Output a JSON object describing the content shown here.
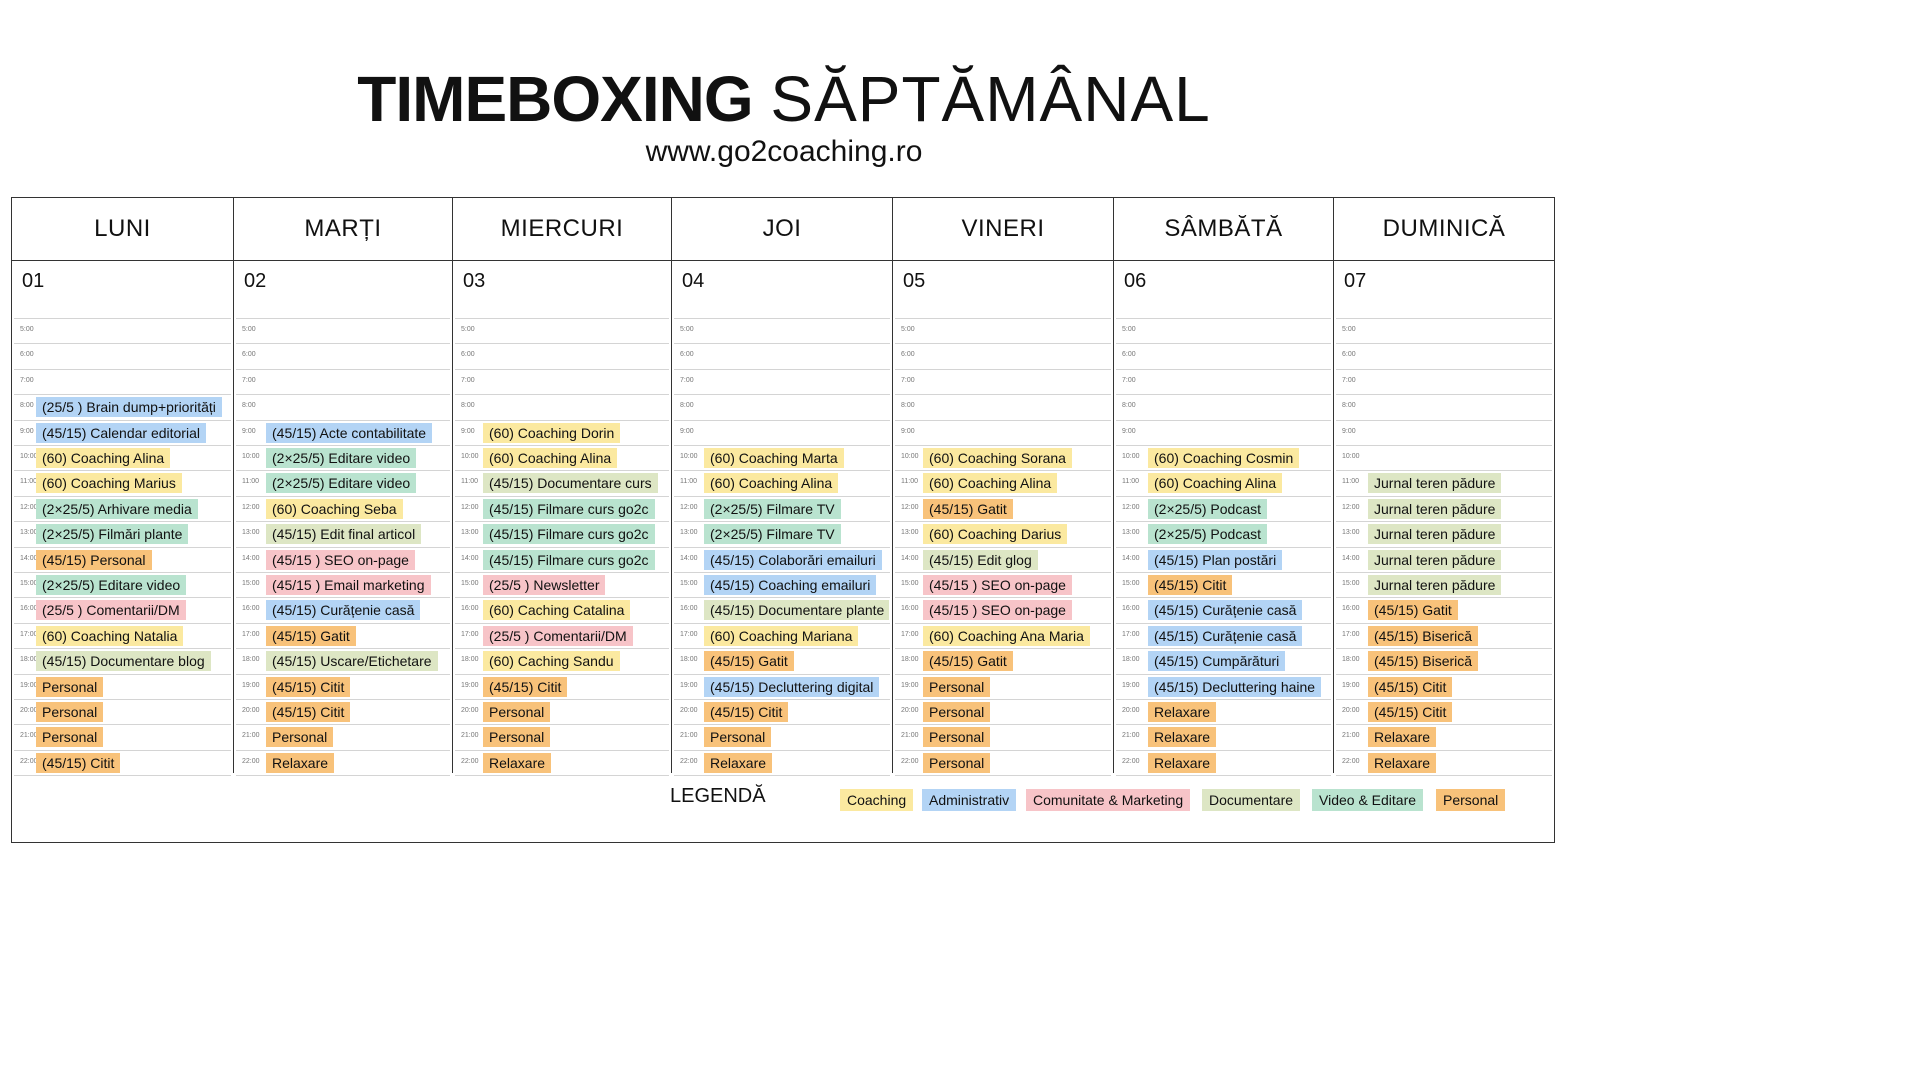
{
  "header": {
    "title_bold": "TIMEBOXING",
    "title_light": "SĂPTĂMÂNAL",
    "website": "www.go2coaching.ro"
  },
  "hours": [
    "5:00",
    "6:00",
    "7:00",
    "8:00",
    "9:00",
    "10:00",
    "11:00",
    "12:00",
    "13:00",
    "14:00",
    "15:00",
    "16:00",
    "17:00",
    "18:00",
    "19:00",
    "20:00",
    "21:00",
    "22:00"
  ],
  "colors": {
    "coaching": "#fbe9a0",
    "administrativ": "#b3d4f5",
    "comunitate_marketing": "#f7c4c8",
    "documentare": "#dde6c4",
    "video_editare": "#b9e3cf",
    "personal": "#f8c27a"
  },
  "days": [
    {
      "name": "LUNI",
      "number": "01",
      "events": [
        {
          "slot": 3,
          "cat": "admin",
          "label": "(25/5 ) Brain dump+priorități"
        },
        {
          "slot": 4,
          "cat": "admin",
          "label": "(45/15) Calendar editorial"
        },
        {
          "slot": 5,
          "cat": "coach",
          "label": "(60) Coaching Alina"
        },
        {
          "slot": 6,
          "cat": "coach",
          "label": "(60) Coaching Marius"
        },
        {
          "slot": 7,
          "cat": "video",
          "label": "(2×25/5) Arhivare media"
        },
        {
          "slot": 8,
          "cat": "video",
          "label": "(2×25/5) Filmări plante"
        },
        {
          "slot": 9,
          "cat": "pers",
          "label": "(45/15) Personal"
        },
        {
          "slot": 10,
          "cat": "video",
          "label": "(2×25/5) Editare video"
        },
        {
          "slot": 11,
          "cat": "comm",
          "label": "(25/5 ) Comentarii/DM"
        },
        {
          "slot": 12,
          "cat": "coach",
          "label": "(60) Coaching Natalia"
        },
        {
          "slot": 13,
          "cat": "doc",
          "label": "(45/15) Documentare blog"
        },
        {
          "slot": 14,
          "cat": "pers",
          "label": "Personal"
        },
        {
          "slot": 15,
          "cat": "pers",
          "label": "Personal"
        },
        {
          "slot": 16,
          "cat": "pers",
          "label": "Personal"
        },
        {
          "slot": 17,
          "cat": "pers",
          "label": "(45/15) Citit"
        }
      ]
    },
    {
      "name": "MARȚI",
      "number": "02",
      "events": [
        {
          "slot": 4,
          "cat": "admin",
          "label": "(45/15) Acte contabilitate"
        },
        {
          "slot": 5,
          "cat": "video",
          "label": "(2×25/5) Editare video"
        },
        {
          "slot": 6,
          "cat": "video",
          "label": "(2×25/5) Editare video"
        },
        {
          "slot": 7,
          "cat": "coach",
          "label": "(60) Coaching Seba"
        },
        {
          "slot": 8,
          "cat": "doc",
          "label": "(45/15) Edit final articol"
        },
        {
          "slot": 9,
          "cat": "comm",
          "label": "(45/15 ) SEO on-page"
        },
        {
          "slot": 10,
          "cat": "comm",
          "label": "(45/15 ) Email marketing"
        },
        {
          "slot": 11,
          "cat": "admin",
          "label": "(45/15) Curățenie casă"
        },
        {
          "slot": 12,
          "cat": "pers",
          "label": "(45/15) Gatit"
        },
        {
          "slot": 13,
          "cat": "doc",
          "label": "(45/15) Uscare/Etichetare"
        },
        {
          "slot": 14,
          "cat": "pers",
          "label": "(45/15) Citit"
        },
        {
          "slot": 15,
          "cat": "pers",
          "label": "(45/15) Citit"
        },
        {
          "slot": 16,
          "cat": "pers",
          "label": "Personal"
        },
        {
          "slot": 17,
          "cat": "pers",
          "label": "Relaxare"
        }
      ]
    },
    {
      "name": "MIERCURI",
      "number": "03",
      "events": [
        {
          "slot": 4,
          "cat": "coach",
          "label": "(60) Coaching Dorin"
        },
        {
          "slot": 5,
          "cat": "coach",
          "label": "(60) Coaching Alina"
        },
        {
          "slot": 6,
          "cat": "doc",
          "label": "(45/15) Documentare curs"
        },
        {
          "slot": 7,
          "cat": "video",
          "label": "(45/15) Filmare curs go2c"
        },
        {
          "slot": 8,
          "cat": "video",
          "label": "(45/15) Filmare curs go2c"
        },
        {
          "slot": 9,
          "cat": "video",
          "label": "(45/15) Filmare curs go2c"
        },
        {
          "slot": 10,
          "cat": "comm",
          "label": "(25/5 ) Newsletter"
        },
        {
          "slot": 11,
          "cat": "coach",
          "label": "(60) Caching Catalina"
        },
        {
          "slot": 12,
          "cat": "comm",
          "label": "(25/5 ) Comentarii/DM"
        },
        {
          "slot": 13,
          "cat": "coach",
          "label": "(60) Caching Sandu"
        },
        {
          "slot": 14,
          "cat": "pers",
          "label": "(45/15) Citit"
        },
        {
          "slot": 15,
          "cat": "pers",
          "label": "Personal"
        },
        {
          "slot": 16,
          "cat": "pers",
          "label": "Personal"
        },
        {
          "slot": 17,
          "cat": "pers",
          "label": "Relaxare"
        }
      ]
    },
    {
      "name": "JOI",
      "number": "04",
      "events": [
        {
          "slot": 5,
          "cat": "coach",
          "label": "(60) Coaching Marta"
        },
        {
          "slot": 6,
          "cat": "coach",
          "label": "(60) Coaching Alina"
        },
        {
          "slot": 7,
          "cat": "video",
          "label": "(2×25/5) Filmare TV"
        },
        {
          "slot": 8,
          "cat": "video",
          "label": "(2×25/5) Filmare TV"
        },
        {
          "slot": 9,
          "cat": "admin",
          "label": "(45/15) Colaborări emailuri"
        },
        {
          "slot": 10,
          "cat": "admin",
          "label": "(45/15) Coaching emailuri"
        },
        {
          "slot": 11,
          "cat": "doc",
          "label": "(45/15) Documentare plante"
        },
        {
          "slot": 12,
          "cat": "coach",
          "label": "(60) Coaching Mariana"
        },
        {
          "slot": 13,
          "cat": "pers",
          "label": "(45/15) Gatit"
        },
        {
          "slot": 14,
          "cat": "admin",
          "label": "(45/15) Decluttering digital"
        },
        {
          "slot": 15,
          "cat": "pers",
          "label": "(45/15) Citit"
        },
        {
          "slot": 16,
          "cat": "pers",
          "label": "Personal"
        },
        {
          "slot": 17,
          "cat": "pers",
          "label": "Relaxare"
        }
      ]
    },
    {
      "name": "VINERI",
      "number": "05",
      "events": [
        {
          "slot": 5,
          "cat": "coach",
          "label": "(60) Coaching Sorana"
        },
        {
          "slot": 6,
          "cat": "coach",
          "label": "(60) Coaching Alina"
        },
        {
          "slot": 7,
          "cat": "pers",
          "label": "(45/15) Gatit"
        },
        {
          "slot": 8,
          "cat": "coach",
          "label": "(60) Coaching Darius"
        },
        {
          "slot": 9,
          "cat": "doc",
          "label": "(45/15) Edit glog"
        },
        {
          "slot": 10,
          "cat": "comm",
          "label": "(45/15 ) SEO on-page"
        },
        {
          "slot": 11,
          "cat": "comm",
          "label": "(45/15 ) SEO on-page"
        },
        {
          "slot": 12,
          "cat": "coach",
          "label": "(60) Coaching Ana Maria"
        },
        {
          "slot": 13,
          "cat": "pers",
          "label": "(45/15) Gatit"
        },
        {
          "slot": 14,
          "cat": "pers",
          "label": "Personal"
        },
        {
          "slot": 15,
          "cat": "pers",
          "label": "Personal"
        },
        {
          "slot": 16,
          "cat": "pers",
          "label": "Personal"
        },
        {
          "slot": 17,
          "cat": "pers",
          "label": "Personal"
        }
      ]
    },
    {
      "name": "SÂMBĂTĂ",
      "number": "06",
      "events": [
        {
          "slot": 5,
          "cat": "coach",
          "label": "(60) Coaching Cosmin"
        },
        {
          "slot": 6,
          "cat": "coach",
          "label": "(60) Coaching Alina"
        },
        {
          "slot": 7,
          "cat": "video",
          "label": "(2×25/5) Podcast"
        },
        {
          "slot": 8,
          "cat": "video",
          "label": "(2×25/5) Podcast"
        },
        {
          "slot": 9,
          "cat": "admin",
          "label": "(45/15) Plan postări"
        },
        {
          "slot": 10,
          "cat": "pers",
          "label": "(45/15) Citit"
        },
        {
          "slot": 11,
          "cat": "admin",
          "label": "(45/15) Curățenie casă"
        },
        {
          "slot": 12,
          "cat": "admin",
          "label": "(45/15) Curățenie casă"
        },
        {
          "slot": 13,
          "cat": "admin",
          "label": "(45/15) Cumpărături"
        },
        {
          "slot": 14,
          "cat": "admin",
          "label": "(45/15) Decluttering haine"
        },
        {
          "slot": 15,
          "cat": "pers",
          "label": "Relaxare"
        },
        {
          "slot": 16,
          "cat": "pers",
          "label": "Relaxare"
        },
        {
          "slot": 17,
          "cat": "pers",
          "label": "Relaxare"
        }
      ]
    },
    {
      "name": "DUMINICĂ",
      "number": "07",
      "events": [
        {
          "slot": 6,
          "cat": "doc",
          "label": "Jurnal teren pădure"
        },
        {
          "slot": 7,
          "cat": "doc",
          "label": "Jurnal teren pădure"
        },
        {
          "slot": 8,
          "cat": "doc",
          "label": "Jurnal teren pădure"
        },
        {
          "slot": 9,
          "cat": "doc",
          "label": "Jurnal teren pădure"
        },
        {
          "slot": 10,
          "cat": "doc",
          "label": "Jurnal teren pădure"
        },
        {
          "slot": 11,
          "cat": "pers",
          "label": "(45/15) Gatit"
        },
        {
          "slot": 12,
          "cat": "pers",
          "label": "(45/15) Biserică"
        },
        {
          "slot": 13,
          "cat": "pers",
          "label": "(45/15) Biserică"
        },
        {
          "slot": 14,
          "cat": "pers",
          "label": "(45/15) Citit"
        },
        {
          "slot": 15,
          "cat": "pers",
          "label": "(45/15) Citit"
        },
        {
          "slot": 16,
          "cat": "pers",
          "label": "Relaxare"
        },
        {
          "slot": 17,
          "cat": "pers",
          "label": "Relaxare"
        }
      ]
    }
  ],
  "legend": {
    "title": "LEGENDĂ",
    "items": [
      {
        "cat": "coach",
        "label": "Coaching"
      },
      {
        "cat": "admin",
        "label": "Administrativ"
      },
      {
        "cat": "comm",
        "label": "Comunitate & Marketing"
      },
      {
        "cat": "doc",
        "label": "Documentare"
      },
      {
        "cat": "video",
        "label": "Video & Editare"
      },
      {
        "cat": "pers",
        "label": "Personal"
      }
    ]
  }
}
